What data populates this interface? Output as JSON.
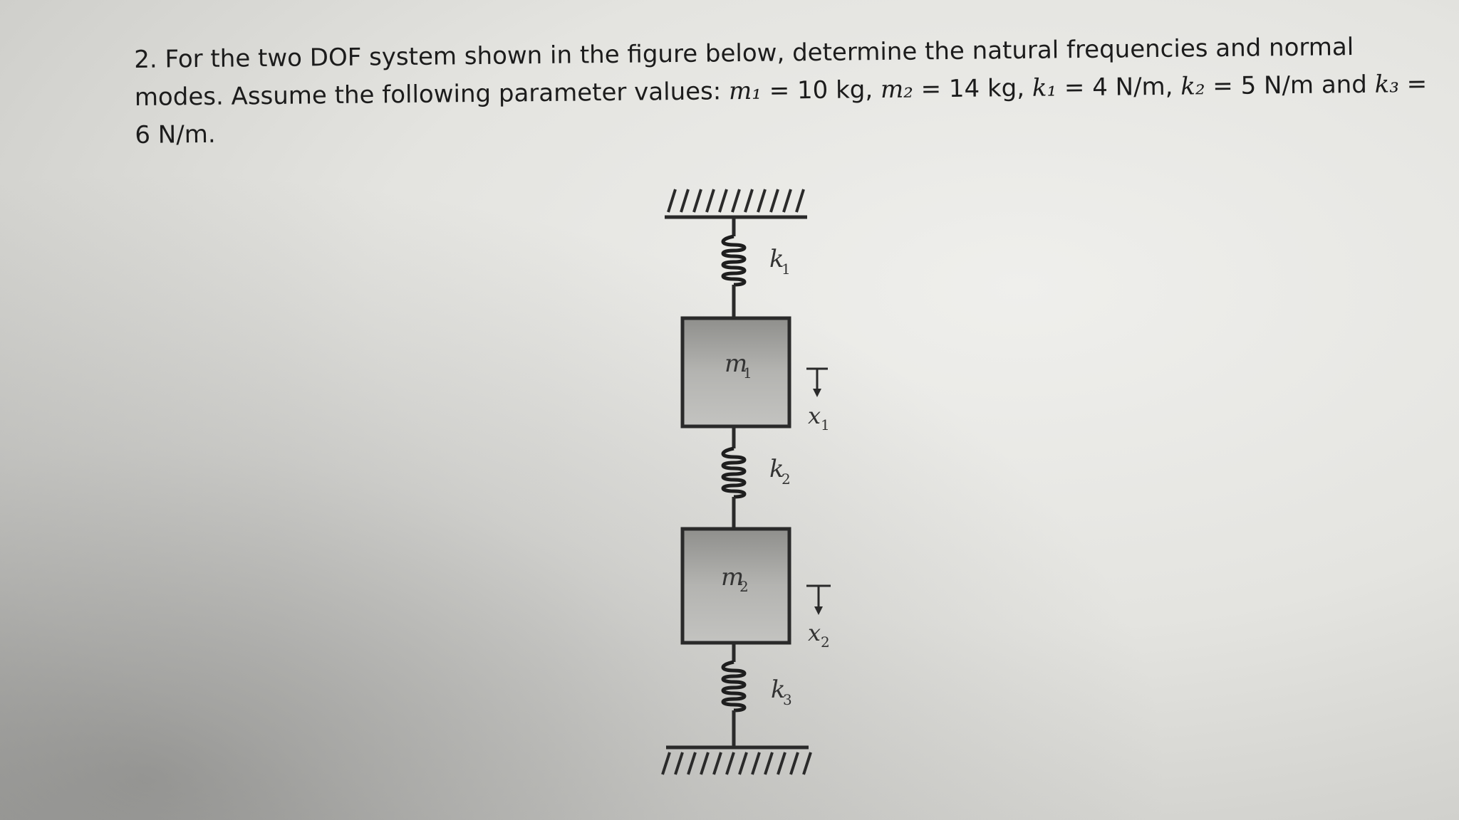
{
  "problem": {
    "line1": "2. For the two DOF system shown in the figure below, determine the natural frequencies and normal",
    "line2_prefix": "modes.  Assume the following parameter values: ",
    "m1_symbol": "m₁",
    "m1_value": " = 10 kg, ",
    "m2_symbol": "m₂",
    "m2_value": " = 14 kg, ",
    "k1_symbol": "k₁",
    "k1_value": " = 4 N/m, ",
    "k2_symbol": "k₂",
    "k2_value": " = 5 N/m and ",
    "k3_symbol": "k₃",
    "k3_value": " =",
    "line3": "6 N/m."
  },
  "figure": {
    "spring1_label": "k",
    "spring1_sub": "1",
    "mass1_label": "m",
    "mass1_sub": "1",
    "x1_label": "x",
    "x1_sub": "1",
    "spring2_label": "k",
    "spring2_sub": "2",
    "mass2_label": "m",
    "mass2_sub": "2",
    "x2_label": "x",
    "x2_sub": "2",
    "spring3_label": "k",
    "spring3_sub": "3"
  }
}
